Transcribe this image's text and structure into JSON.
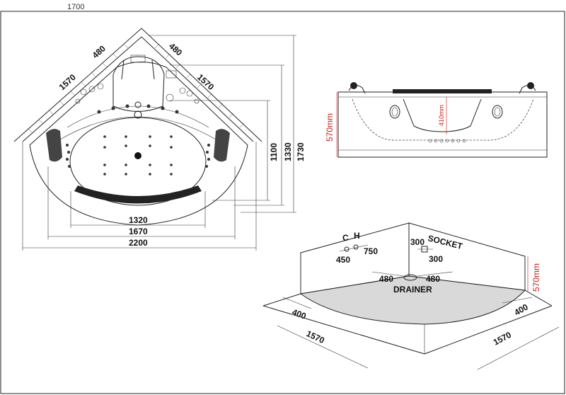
{
  "header_value": "1700",
  "top_view": {
    "diag_left_1570": "1570",
    "diag_left_480": "480",
    "diag_right_480": "480",
    "diag_right_1570": "1570",
    "h_1320": "1320",
    "h_1670": "1670",
    "h_2200": "2200",
    "v_1100": "1100",
    "v_1330": "1330",
    "v_1730": "1730"
  },
  "side_view": {
    "height_570": "570mm",
    "inner_410": "410mm"
  },
  "floor_view": {
    "label_c": "C",
    "label_h": "H",
    "val_750": "750",
    "val_450": "450",
    "val_300_top": "300",
    "val_300_right": "300",
    "socket_label": "SOCKET",
    "val_480_left": "480",
    "val_480_right": "480",
    "drainer_label": "DRAINER",
    "val_400_left": "400",
    "val_400_right": "400",
    "val_1570_left": "1570",
    "val_1570_right": "1570",
    "height_570": "570mm"
  },
  "colors": {
    "line": "#222222",
    "red_dimension": "#cc1a1a",
    "floor_fill": "#d9d9d9",
    "pillow_fill": "#444444"
  }
}
